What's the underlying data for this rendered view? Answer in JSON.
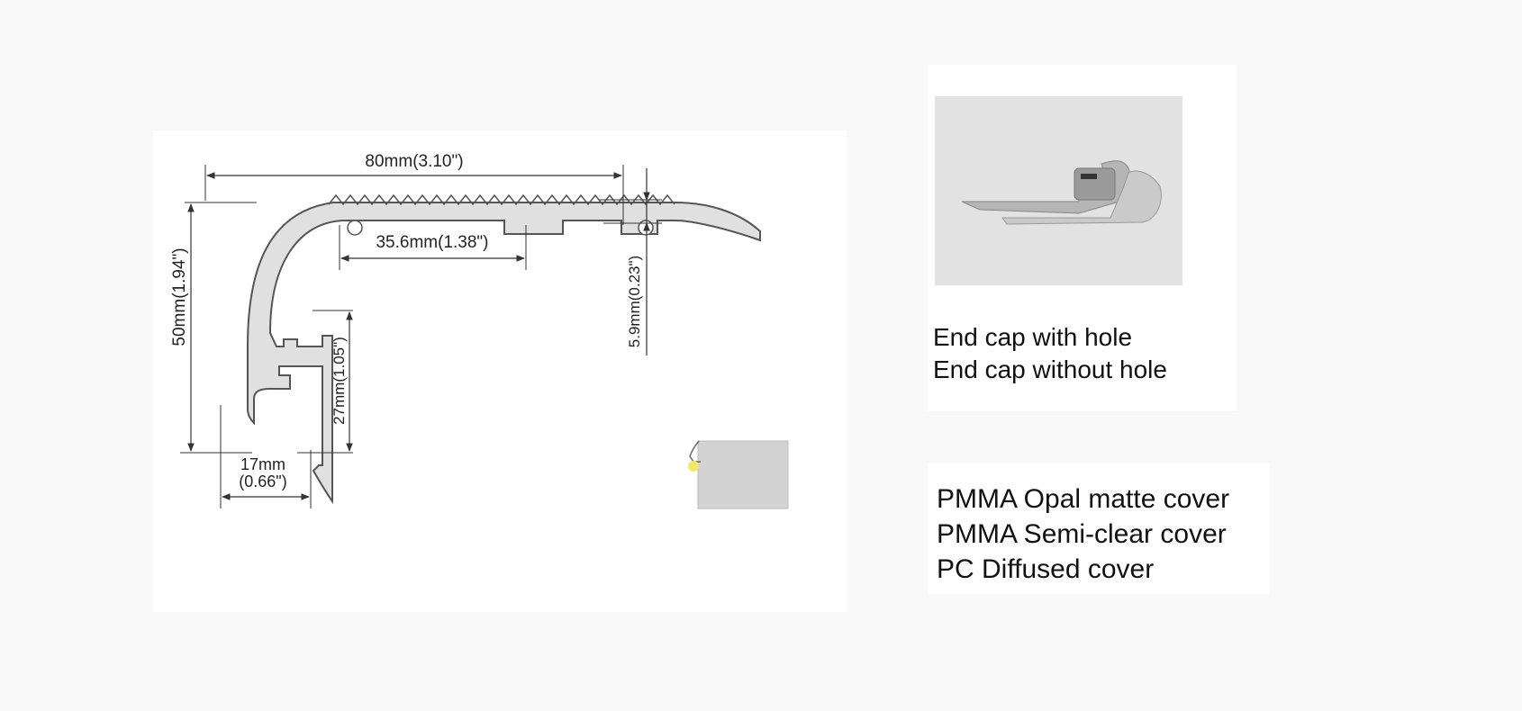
{
  "dimensions": {
    "width": "80mm(3.10\")",
    "slot": "35.6mm(1.38\")",
    "height": "50mm(1.94\")",
    "lip": "5.9mm(0.23\")",
    "inner_height": "27mm(1.05\")",
    "base_mm": "17mm",
    "base_in": "(0.66\")"
  },
  "end_caps": [
    "End cap with hole",
    "End cap without hole"
  ],
  "covers": [
    "PMMA Opal matte cover",
    "PMMA Semi-clear cover",
    "PC Diffused cover"
  ],
  "colors": {
    "profile_fill": "#e0e0e0",
    "profile_stroke": "#555555",
    "cover_fill": "#d3d3d3",
    "led_dot": "#f0e866"
  }
}
